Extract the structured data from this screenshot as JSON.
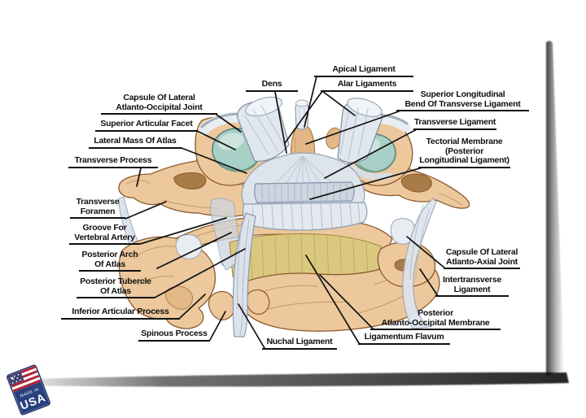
{
  "labels": {
    "dens": "Dens",
    "apical": "Apical Ligament",
    "alar": "Alar Ligaments",
    "sup_long_bend": "Superior Longitudinal\nBend Of Transverse Ligament",
    "transverse_ligament": "Transverse Ligament",
    "tectorial": "Tectorial Membrane\n(Posterior\nLongitudinal Ligament)",
    "capsule_ao": "Capsule Of Lateral\nAtlanto-Occipital Joint",
    "sup_facet": "Superior Articular Facet",
    "lateral_mass": "Lateral Mass Of Atlas",
    "transverse_process": "Transverse Process",
    "transverse_foramen": "Transverse\nForamen",
    "groove": "Groove For\nVertebral Artery",
    "post_arch": "Posterior Arch\nOf Atlas",
    "post_tubercle": "Posterior Tubercle\nOf Atlas",
    "inf_art_process": "Inferior Articular Process",
    "spinous": "Spinous Process",
    "nuchal": "Nuchal Ligament",
    "lig_flavum": "Ligamentum Flavum",
    "post_aom": "Posterior\nAtlanto-Occipital Membrane",
    "capsule_aa": "Capsule Of Lateral\nAtlanto-Axial Joint",
    "intertransverse": "Intertransverse\nLigament"
  },
  "badge": {
    "made_in": "MADE IN",
    "usa": "USA"
  },
  "colors": {
    "bone": "#ecc89c",
    "bone_outline": "#8a5a2e",
    "ligament": "#e1e7ee",
    "ligament_outline": "#7e8da3",
    "facet_teal": "#a9d0c6",
    "flavum_yellow": "#dbc87f",
    "label_ink": "#101010",
    "badge_navy": "#28407e",
    "badge_red": "#b22234"
  }
}
